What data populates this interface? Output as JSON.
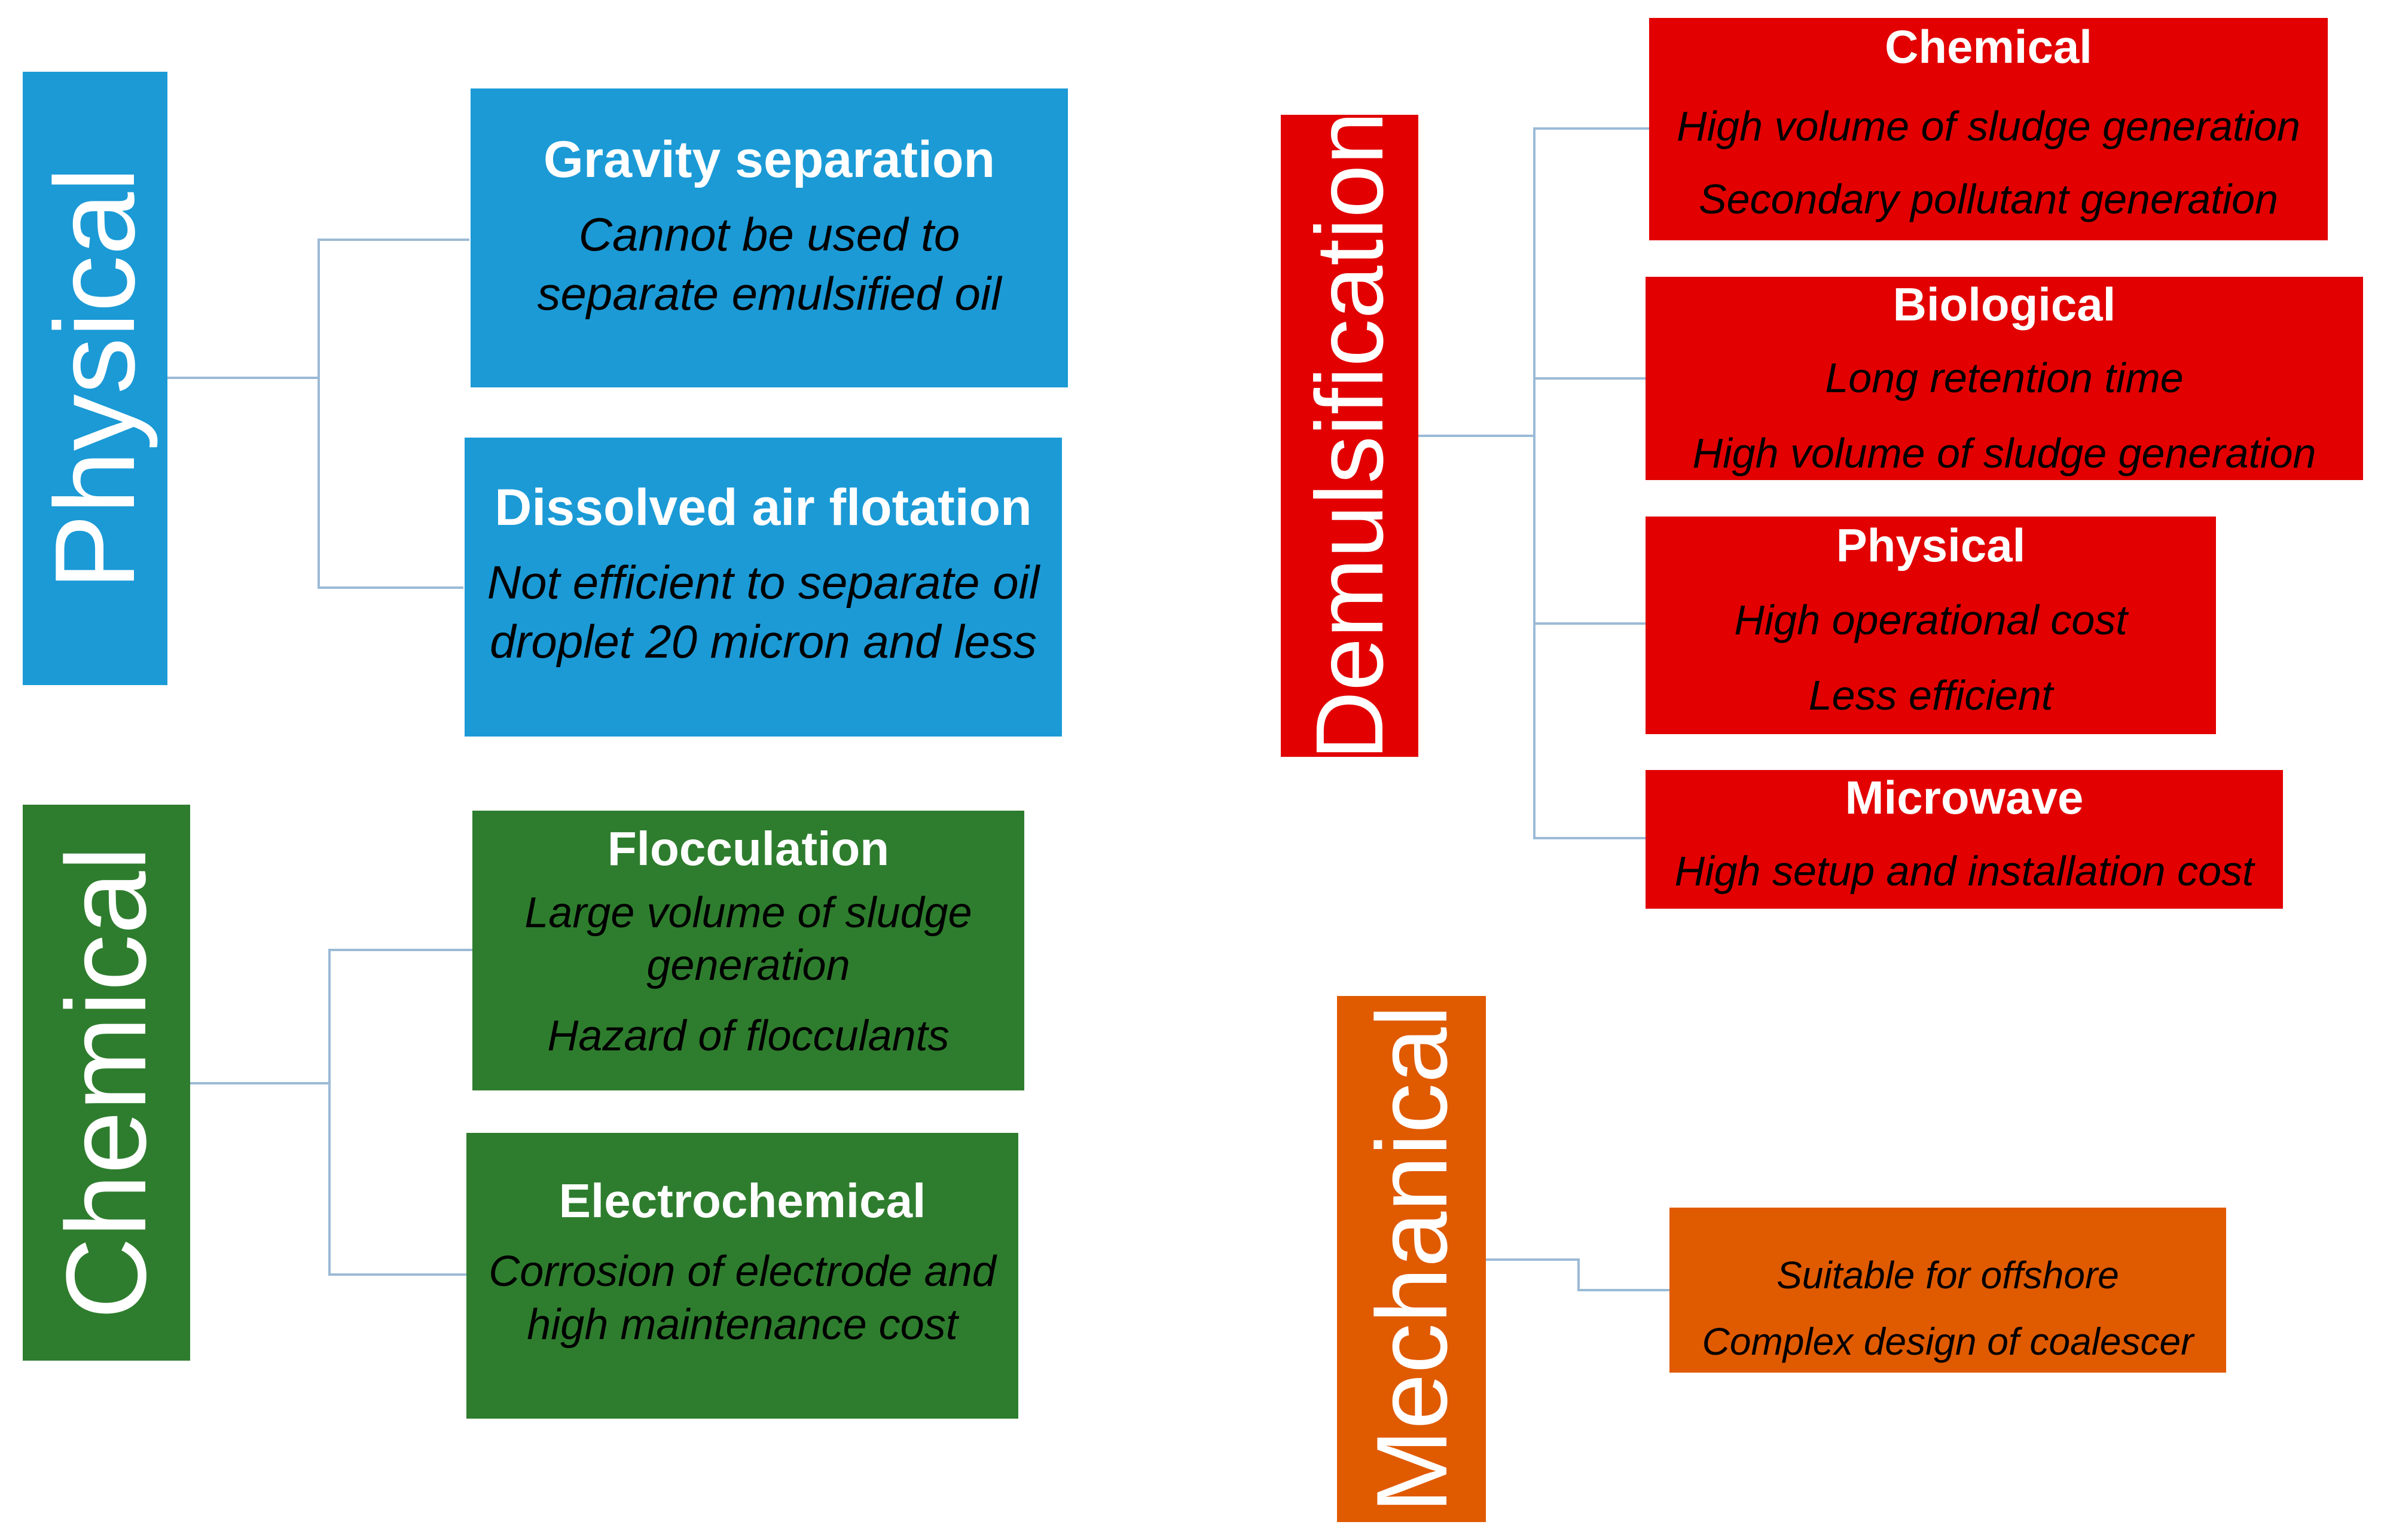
{
  "colors": {
    "physical": "#1b9ad6",
    "chemical": "#2e7d2e",
    "demulsification": "#e20000",
    "mechanical": "#e05a00",
    "connector": "#9bbad6",
    "text_dark": "#000000",
    "text_light": "#ffffff"
  },
  "categories": {
    "physical": "Physical",
    "chemical": "Chemical",
    "demulsification": "Demulsification",
    "mechanical": "Mechanical"
  },
  "physical_methods": {
    "gravity": {
      "title": "Gravity separation",
      "lines": [
        "Cannot be used to",
        "separate emulsified oil"
      ]
    },
    "daf": {
      "title": "Dissolved air flotation",
      "lines": [
        "Not efficient to separate oil",
        "droplet 20 micron and less"
      ]
    }
  },
  "chemical_methods": {
    "flocculation": {
      "title": "Flocculation",
      "lines": [
        "Large volume of sludge",
        "generation",
        "Hazard of flocculants"
      ]
    },
    "electrochemical": {
      "title": "Electrochemical",
      "lines": [
        "Corrosion of electrode and",
        "high maintenance cost"
      ]
    }
  },
  "demulsification_methods": {
    "chemical": {
      "title": "Chemical",
      "lines": [
        "High volume of sludge generation",
        "Secondary pollutant generation"
      ]
    },
    "biological": {
      "title": "Biological",
      "lines": [
        "Long retention time",
        "High volume of sludge generation"
      ]
    },
    "physical": {
      "title": "Physical",
      "lines": [
        "High operational cost",
        "Less efficient"
      ]
    },
    "microwave": {
      "title": "Microwave",
      "lines": [
        "High setup and installation cost"
      ]
    }
  },
  "mechanical_methods": {
    "coalescer": {
      "lines": [
        "Suitable for offshore",
        "Complex design of coalescer"
      ]
    }
  }
}
